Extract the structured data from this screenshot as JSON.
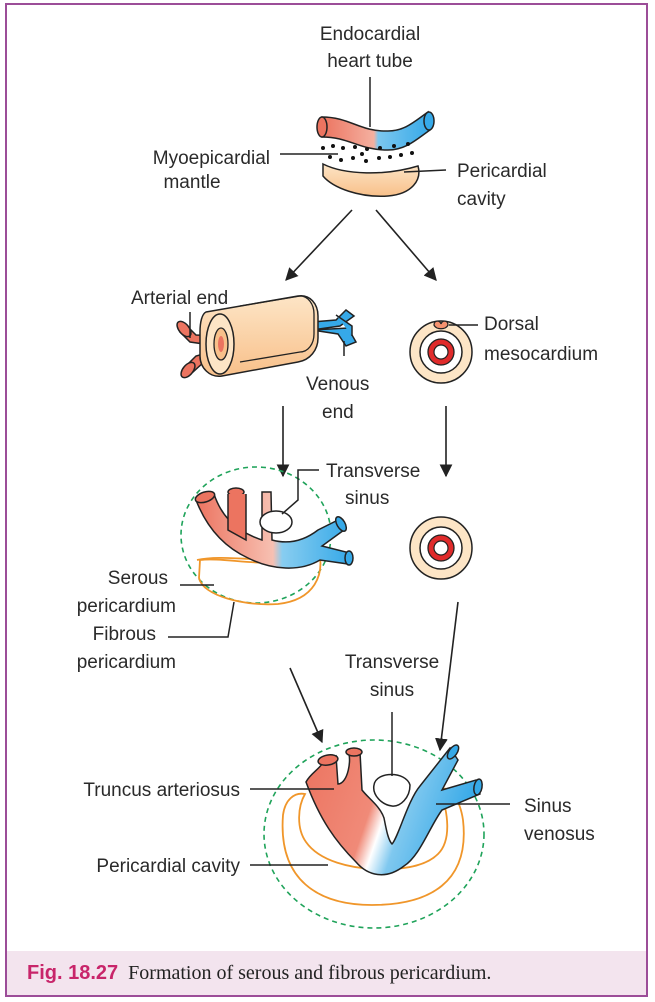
{
  "labels": {
    "endocardial_1": "Endocardial",
    "endocardial_2": "heart tube",
    "myoepicardial_1": "Myoepicardial",
    "myoepicardial_2": "mantle",
    "pericardial_cavity_top_1": "Pericardial",
    "pericardial_cavity_top_2": "cavity",
    "arterial_end": "Arterial end",
    "venous_end_1": "Venous",
    "venous_end_2": "end",
    "dorsal_meso_1": "Dorsal",
    "dorsal_meso_2": "mesocardium",
    "transverse_sinus_a_1": "Transverse",
    "transverse_sinus_a_2": "sinus",
    "serous_1": "Serous",
    "serous_2": "pericardium",
    "fibrous_1": "Fibrous",
    "fibrous_2": "pericardium",
    "transverse_sinus_b_1": "Transverse",
    "transverse_sinus_b_2": "sinus",
    "truncus": "Truncus arteriosus",
    "sinus_venosus_1": "Sinus",
    "sinus_venosus_2": "venosus",
    "pericardial_cavity_bottom": "Pericardial cavity"
  },
  "caption": {
    "number": "Fig. 18.27",
    "text": "Formation of serous and fibrous pericardium."
  },
  "colors": {
    "frame": "#9c4d98",
    "arterial": "#ec7460",
    "venous": "#36a9e8",
    "mantle": "#fcd3a5",
    "pericardium_line": "#f0962a",
    "fibrous_dashed": "#1fa35a",
    "caption_bg": "#f3e4ee",
    "caption_number": "#c8256a"
  }
}
